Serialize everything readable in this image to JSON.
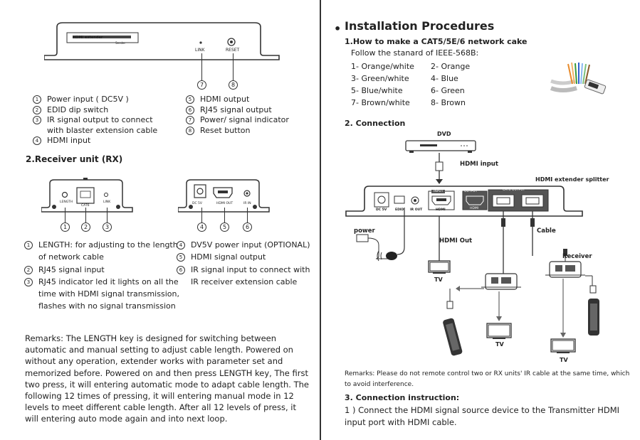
{
  "left": {
    "tx_device": {
      "model_label": "HDMI extender",
      "sub_label": "Sender",
      "link_label": "LINK",
      "reset_label": "RESET",
      "callouts": [
        "7",
        "8"
      ]
    },
    "tx_items_col1": [
      {
        "num": "1",
        "text": "Power input ( DC5V )"
      },
      {
        "num": "2",
        "text": "EDID dip switch"
      },
      {
        "num": "3",
        "text": "IR signal output to connect"
      },
      {
        "num": "",
        "text": "with blaster extension cable"
      },
      {
        "num": "4",
        "text": "HDMI input"
      }
    ],
    "tx_items_col2": [
      {
        "num": "5",
        "text": "HDMI output"
      },
      {
        "num": "6",
        "text": "RJ45 signal output"
      },
      {
        "num": "7",
        "text": "Power/ signal indicator"
      },
      {
        "num": "8",
        "text": "Reset button"
      }
    ],
    "rx_heading": "2.Receiver unit (RX)",
    "rx_device_a": {
      "labels": [
        "LENGTH",
        "CAT6",
        "LINK"
      ],
      "callouts": [
        "1",
        "2",
        "3"
      ]
    },
    "rx_device_b": {
      "labels": [
        "DC 5V",
        "HDMI OUT",
        "IR IN"
      ],
      "callouts": [
        "4",
        "5",
        "6"
      ]
    },
    "rx_items_col1": [
      {
        "num": "1",
        "text": "LENGTH: for adjusting to the length"
      },
      {
        "num": "",
        "text": "of network cable"
      },
      {
        "num": "2",
        "text": "RJ45 signal input"
      },
      {
        "num": "3",
        "text": "RJ45 indicator led it lights on all the"
      },
      {
        "num": "",
        "text": "time with HDMI signal transmission,"
      },
      {
        "num": "",
        "text": "flashes with no signal transmission"
      }
    ],
    "rx_items_col2": [
      {
        "num": "4",
        "text": "DV5V power input (OPTIONAL)"
      },
      {
        "num": "5",
        "text": "HDMI signal output"
      },
      {
        "num": "6",
        "text": "IR signal input to connect with"
      },
      {
        "num": "",
        "text": "IR receiver extension cable"
      }
    ],
    "remarks": "Remarks: The LENGTH key is designed for switching between automatic and manual setting to adjust cable length. Powered on without any operation, extender works with parameter set and memorized before. Powered on and then press LENGTH key, The first two press, it will entering automatic mode to adapt cable length. The following 12 times of pressing, it will entering manual mode in 12 levels to meet different cable length. After all 12 levels of press, it will entering auto mode again and into next loop."
  },
  "right": {
    "title": "Installation Procedures",
    "section1": "1.How to make a CAT5/5E/6 network cake",
    "standard": "Follow the stanard of IEEE-568B:",
    "wiring": [
      [
        "1- Orange/white",
        "2- Orange"
      ],
      [
        "3- Green/white",
        "4- Blue"
      ],
      [
        "5- Blue/white",
        "6- Green"
      ],
      [
        "7- Brown/white",
        "8- Brown"
      ]
    ],
    "section2": "2. Connection",
    "diagram": {
      "dvd": "DVD",
      "hdmi_input": "HDMI input",
      "splitter": "HDMI extender splitter",
      "port_labels": [
        "DC 5V",
        "EDID",
        "IR OUT",
        "HDMI",
        "HDMI"
      ],
      "box_labels": [
        "INPUT",
        "OUTPUT",
        "CAT6 OUTPUT"
      ],
      "power": "power",
      "hdmi_out": "HDMI Out",
      "cable": "Cable",
      "receiver": "Receiver",
      "tv": "TV"
    },
    "remarks": "Remarks: Please do not remote control two or RX units' IR cable at the same time, which to avoid interference.",
    "section3": "3.  Connection instruction:",
    "instruction": "1 )  Connect the HDMI signal source device to the Transmitter HDMI input port with HDMI cable."
  }
}
